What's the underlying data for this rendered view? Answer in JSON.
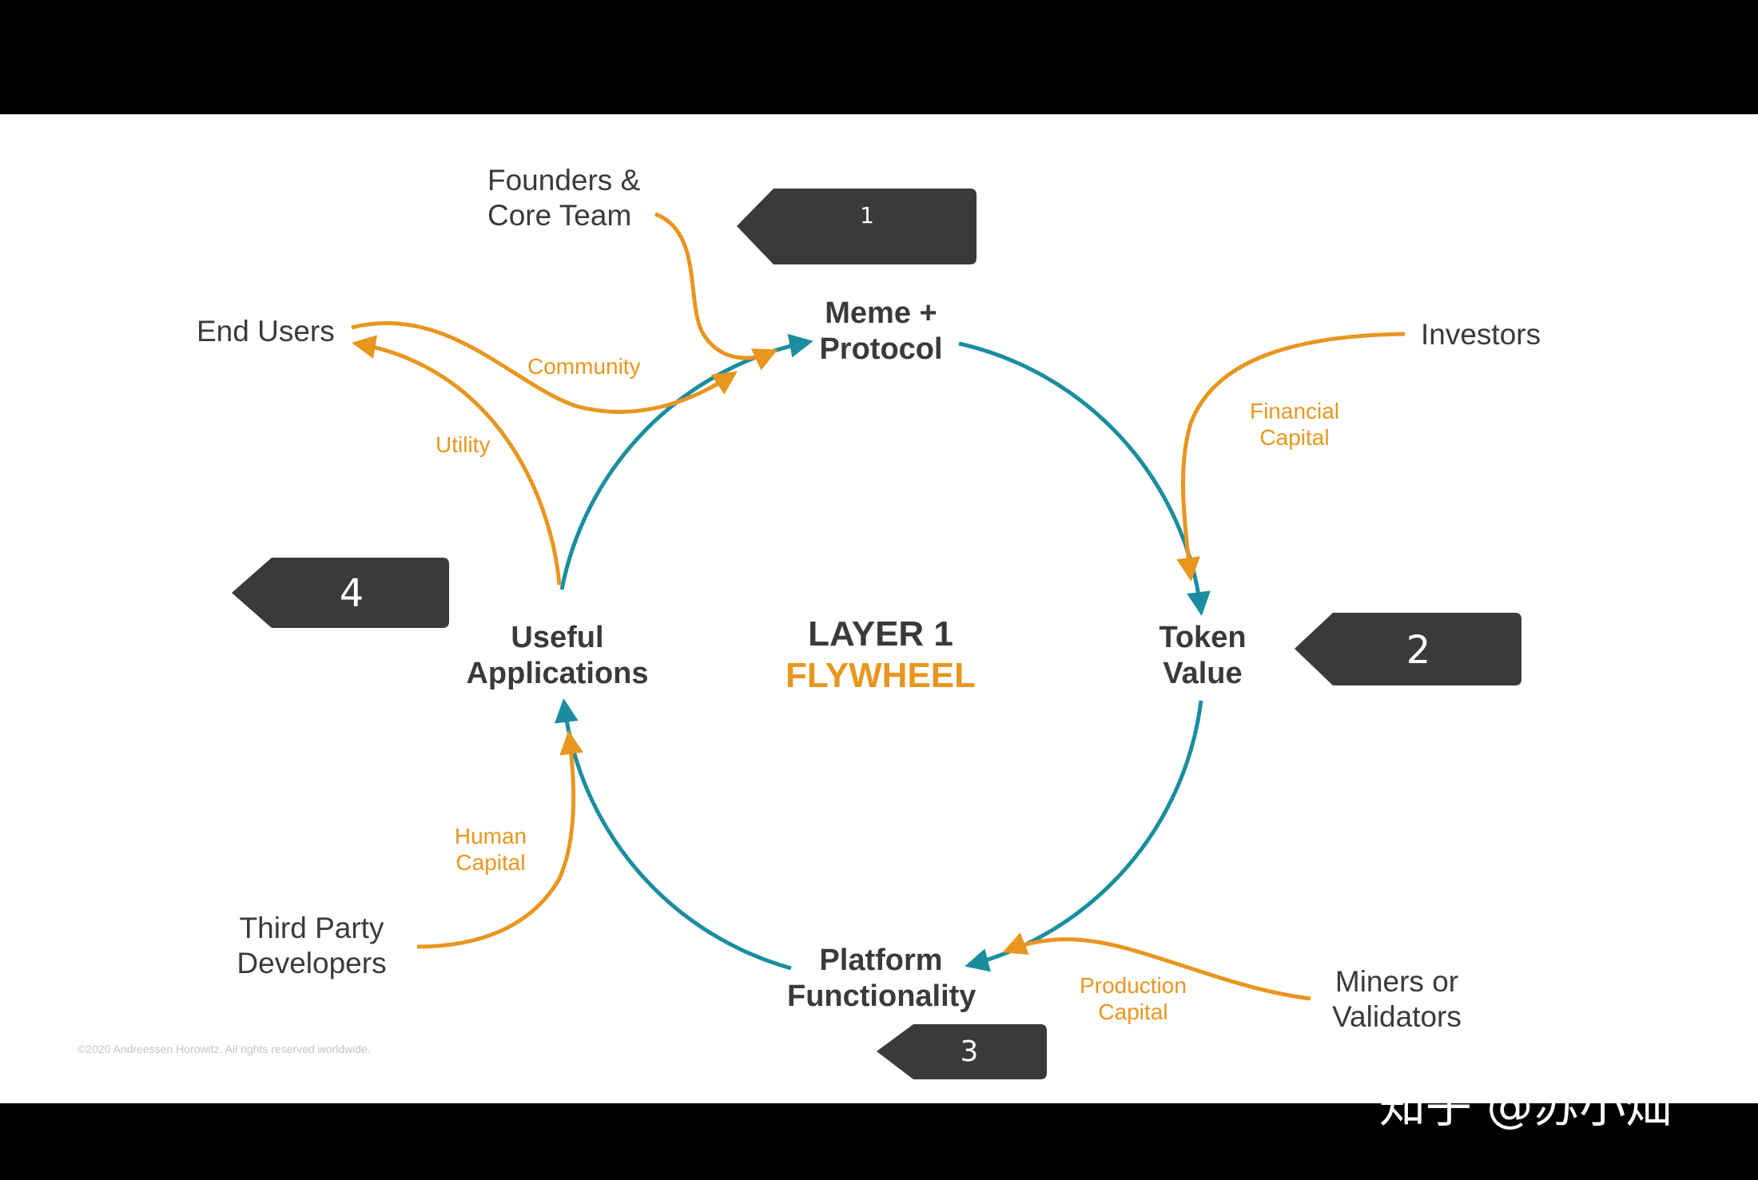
{
  "diagram": {
    "nodes": {
      "meme_protocol": "Meme +\nProtocol",
      "token_value": "Token\nValue",
      "platform_functionality": "Platform\nFunctionality",
      "useful_applications": "Useful\nApplications"
    },
    "center": {
      "line1": "LAYER 1",
      "line2": "FLYWHEEL"
    },
    "actors": {
      "founders": "Founders &\nCore Team",
      "end_users": "End Users",
      "investors": "Investors",
      "third_party": "Third Party\nDevelopers",
      "miners": "Miners or\nValidators"
    },
    "flows": {
      "community": "Community",
      "utility": "Utility",
      "financial_capital": "Financial\nCapital",
      "human_capital": "Human\nCapital",
      "production_capital": "Production\nCapital"
    },
    "badges": [
      "1",
      "2",
      "3",
      "4"
    ],
    "copyright": "©2020 Andreessen Horowitz. All rights reserved worldwide.",
    "watermark": "知乎 @苏小灿"
  },
  "colors": {
    "cycle": "#1a8ea0",
    "input": "#e8961f",
    "badge": "#3a3a3a",
    "node_text": "#3a3a3a"
  }
}
